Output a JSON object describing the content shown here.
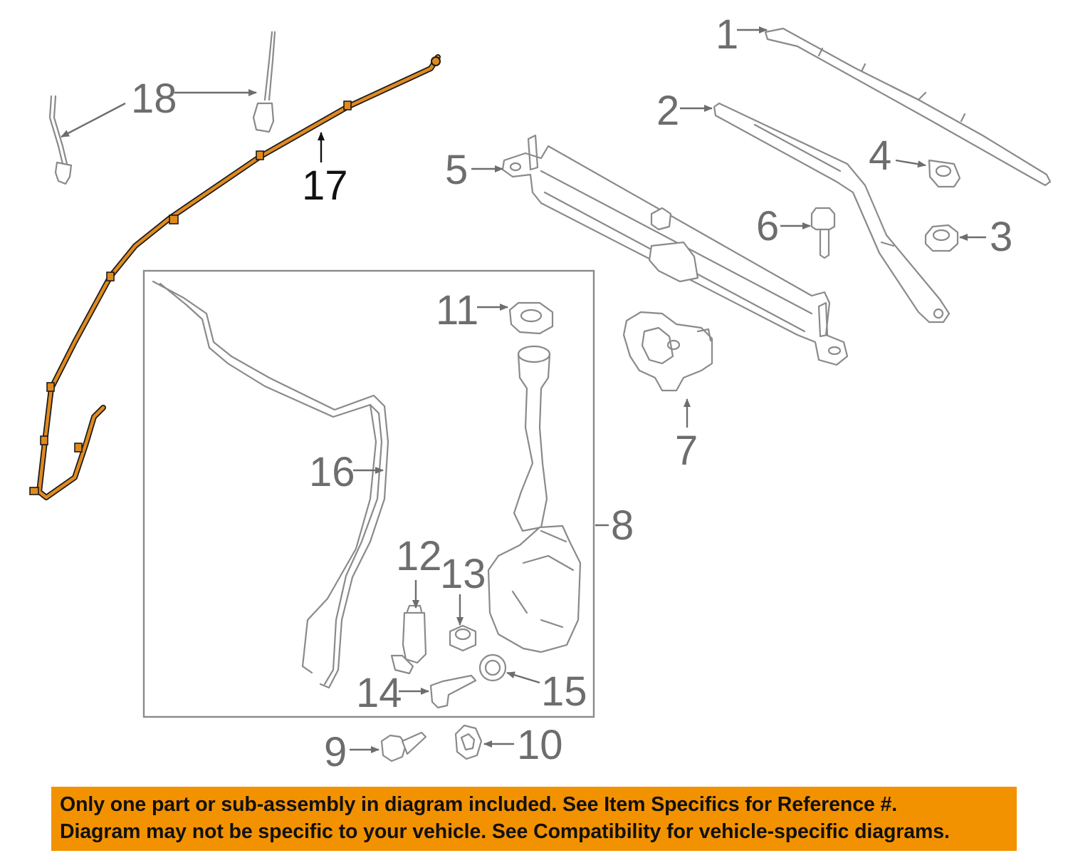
{
  "callouts": {
    "c1": "1",
    "c2": "2",
    "c3": "3",
    "c4": "4",
    "c5": "5",
    "c6": "6",
    "c7": "7",
    "c8": "8",
    "c9": "9",
    "c10": "10",
    "c11": "11",
    "c12": "12",
    "c13": "13",
    "c14": "14",
    "c15": "15",
    "c16": "16",
    "c17": "17",
    "c18": "18"
  },
  "colors": {
    "highlighted_part": "#e08a1e",
    "banner_background": "#f39200",
    "part_line": "#8a8a8a",
    "callout_text": "#6d6d6d"
  },
  "banner": {
    "line1": "Only one part or sub-assembly in diagram included. See Item Specifics for Reference #.",
    "line2": "Diagram may not be specific to your vehicle. See Compatibility for vehicle-specific diagrams."
  }
}
